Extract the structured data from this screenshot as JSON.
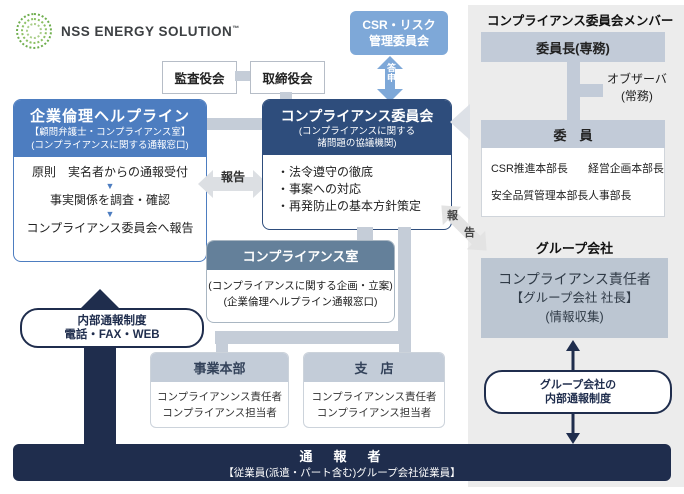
{
  "logo": {
    "brand": "NSS ENERGY SOLUTION",
    "tm": "™"
  },
  "top_row": {
    "audit_board": "監査役会",
    "board_of_directors": "取締役会"
  },
  "csr_committee": {
    "line1": "CSR・リスク",
    "line2": "管理委員会",
    "arrow_label": "答申"
  },
  "helpline": {
    "title": "企業倫理ヘルプライン",
    "sub1": "【顧問弁護士・コンプライアンス室】",
    "sub2": "(コンプライアンスに関する通報窓口)",
    "steps": [
      "原則　実名者からの通報受付",
      "事実関係を調査・確認",
      "コンプライアンス委員会へ報告"
    ],
    "arrow_glyph": "▼"
  },
  "report_arrow_label": "報告",
  "committee": {
    "title": "コンプライアンス委員会",
    "sub1": "(コンプライアンスに関する",
    "sub2": "諸問題の協議機関)",
    "items": [
      "・法令遵守の徹底",
      "・事案への対応",
      "・再発防止の基本方針策定"
    ]
  },
  "office": {
    "title": "コンプライアンス室",
    "line1": "(コンプライアンスに関する企画・立案)",
    "line2": "(企業倫理ヘルプライン通報窓口)"
  },
  "internal_report_pill": {
    "line1": "内部通報制度",
    "line2": "電話・FAX・WEB"
  },
  "division": {
    "title": "事業本部",
    "line1": "コンプライアンンス責任者",
    "line2": "コンプライアンス担当者"
  },
  "branch": {
    "title": "支　店",
    "line1": "コンプライアンンス責任者",
    "line2": "コンプライアンス担当者"
  },
  "whistleblower_bar": {
    "title": "通　報　者",
    "sub": "【従業員(派遣・パート含む)グループ会社従業員】"
  },
  "members_panel": {
    "title": "コンプライアンス委員会メンバー",
    "chair": "委員長(専務)",
    "observer_line1": "オブザーバ",
    "observer_line2": "(常務)",
    "members_header": "委　員",
    "members": [
      "CSR推進本部長",
      "経営企画本部長",
      "安全品質管理本部長",
      "人事部長"
    ]
  },
  "diag_report": {
    "c1": "報",
    "c2": "告"
  },
  "group_panel": {
    "title": "グループ会社",
    "box_line1": "コンプライアンス責任者",
    "box_line2": "【グループ会社 社長】",
    "box_line3": "(情報収集)",
    "pill_line1": "グループ会社の",
    "pill_line2": "内部通報制度"
  },
  "colors": {
    "helpline_blue": "#4d7dc0",
    "committee_navy": "#2e4d7c",
    "csr_light_blue": "#7ea8d8",
    "office_slate": "#64809a",
    "connector_gray": "#c5cdd8",
    "dark_navy": "#1f2d4d",
    "panel_gray": "#ececec"
  }
}
